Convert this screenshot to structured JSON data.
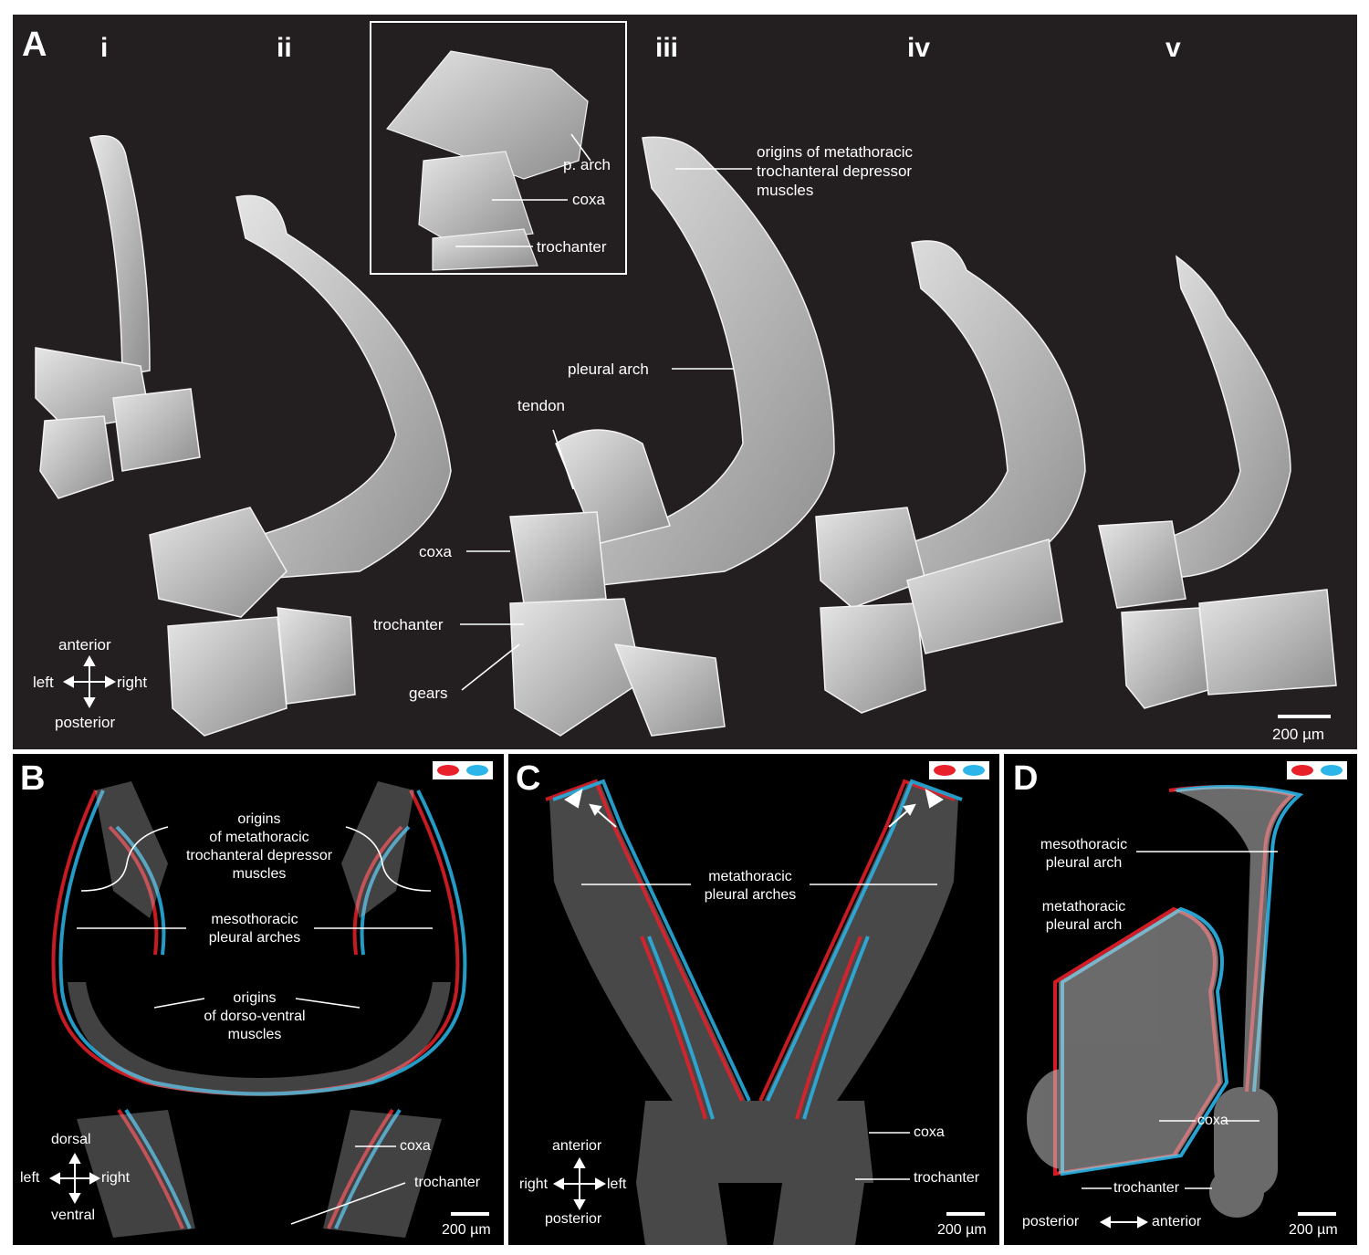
{
  "panel_a": {
    "letter": "A",
    "specimen_labels": [
      "i",
      "ii",
      "iii",
      "iv",
      "v"
    ],
    "inset_labels": {
      "arch": "p. arch",
      "coxa": "coxa",
      "trochanter": "trochanter"
    },
    "labels": {
      "origins": "origins of metathoracic\ntrochanteral depressor\nmuscles",
      "pleural_arch": "pleural arch",
      "tendon": "tendon",
      "coxa": "coxa",
      "trochanter": "trochanter",
      "gears": "gears"
    },
    "compass": {
      "top": "anterior",
      "left": "left",
      "right": "right",
      "bottom": "posterior"
    },
    "scale": "200 µm"
  },
  "panel_b": {
    "letter": "B",
    "labels": {
      "origins_depressor": "origins\nof metathoracic\ntrochanteral depressor\nmuscles",
      "meso_arches": "mesothoracic\npleural arches",
      "origins_dv": "origins\nof dorso-ventral\nmuscles",
      "coxa": "coxa",
      "trochanter": "trochanter"
    },
    "compass": {
      "top": "dorsal",
      "left": "left",
      "right": "right",
      "bottom": "ventral"
    },
    "scale": "200 µm"
  },
  "panel_c": {
    "letter": "C",
    "labels": {
      "meta_arches": "metathoracic\npleural arches",
      "coxa": "coxa",
      "trochanter": "trochanter"
    },
    "compass": {
      "top": "anterior",
      "left": "right",
      "right": "left",
      "bottom": "posterior"
    },
    "scale": "200 µm"
  },
  "panel_d": {
    "letter": "D",
    "labels": {
      "meso_arch": "mesothoracic\npleural arch",
      "meta_arch": "metathoracic\npleural arch",
      "coxa": "coxa",
      "trochanter": "trochanter"
    },
    "axis": {
      "left": "posterior",
      "right": "anterior"
    },
    "scale": "200 µm"
  },
  "colors": {
    "anaglyph_red": "#e8202a",
    "anaglyph_cyan": "#2cb5e8",
    "specimen": "#c9c9c9"
  }
}
